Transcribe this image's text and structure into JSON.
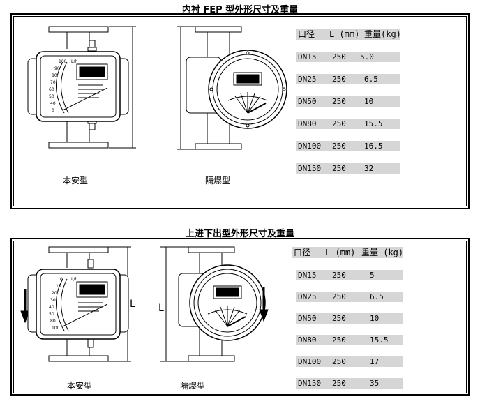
{
  "section1": {
    "title": "内衬 FEP 型外形尺寸及重量",
    "caption_intrinsic": "本安型",
    "caption_explosion": "隔爆型",
    "header": {
      "diameter": "口径",
      "length": "L (mm)",
      "weight": "重量(kg)"
    },
    "rows": [
      {
        "dn": "DN15",
        "L": "250",
        "weight": "5.0"
      },
      {
        "dn": "DN25",
        "L": "250",
        "weight": "6.5"
      },
      {
        "dn": "DN50",
        "L": "250",
        "weight": "10"
      },
      {
        "dn": "DN80",
        "L": "250",
        "weight": "15.5"
      },
      {
        "dn": "DN100",
        "L": "250",
        "weight": "16.5"
      },
      {
        "dn": "DN150",
        "L": "250",
        "weight": "32"
      }
    ]
  },
  "section2": {
    "title": "上进下出型外形尺寸及重量",
    "caption_intrinsic": "本安型",
    "caption_explosion": "隔爆型",
    "dim_label": "L",
    "header": {
      "diameter": "口径",
      "length": "L (mm)",
      "weight": "重量 (kg)"
    },
    "rows": [
      {
        "dn": "DN15",
        "L": "250",
        "weight": "5"
      },
      {
        "dn": "DN25",
        "L": "250",
        "weight": "6.5"
      },
      {
        "dn": "DN50",
        "L": "250",
        "weight": "10"
      },
      {
        "dn": "DN80",
        "L": "250",
        "weight": "15.5"
      },
      {
        "dn": "DN100",
        "L": "250",
        "weight": "17"
      },
      {
        "dn": "DN150",
        "L": "250",
        "weight": "35"
      }
    ]
  },
  "gauge": {
    "unit": "L/h",
    "ticks": [
      "100",
      "90",
      "80",
      "70",
      "60",
      "50",
      "40",
      "30",
      "20",
      "10",
      "0"
    ]
  }
}
